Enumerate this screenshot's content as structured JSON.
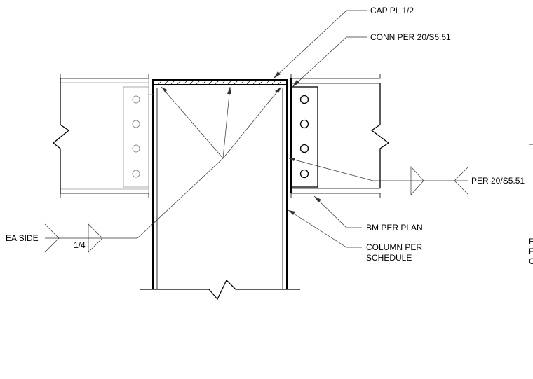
{
  "labels": {
    "cap_plate": "CAP PL 1/2",
    "connection": "CONN PER 20/S5.51",
    "per_detail": "PER 20/S5.51",
    "beam": "BM PER PLAN",
    "column_line1": "COLUMN PER",
    "column_line2": "SCHEDULE",
    "ea_side": "EA SIDE",
    "weld_size": "1/4"
  },
  "cutoff_text": [
    "E",
    "F",
    "C"
  ]
}
